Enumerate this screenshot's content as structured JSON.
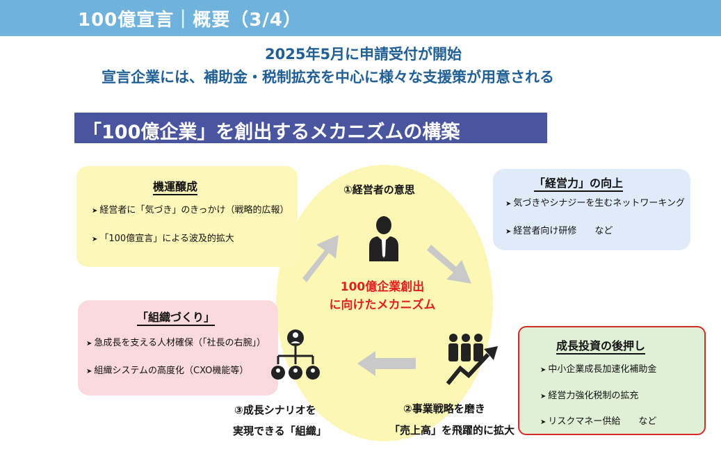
{
  "header": {
    "title": "100億宣言｜概要（3/4）"
  },
  "subtitle": {
    "line1": "2025年5月に申請受付が開始",
    "line2": "宣言企業には、補助金・税制拡充を中心に様々な支援策が用意される"
  },
  "banner": {
    "title": "「100億企業」を創出するメカニズムの構築"
  },
  "cycle": {
    "top_label": "①経営者の意思",
    "center_line1": "100億企業創出",
    "center_line2": "に向けたメカニズム",
    "bottom_right_line1": "②事業戦略を磨き",
    "bottom_right_line2": "「売上高」を飛躍的に拡大",
    "bottom_left_line1": "③成長シナリオを",
    "bottom_left_line2": "実現できる「組織」"
  },
  "boxes": {
    "kiun": {
      "title": "機運醸成",
      "items": [
        "経営者に「気づき」のきっかけ（戦略的広報）",
        "「100億宣言」による波及的拡大"
      ]
    },
    "keiei": {
      "title": "「経営力」の向上",
      "items": [
        "気づきやシナジーを生むネットワーキング",
        "経営者向け研修　　など"
      ]
    },
    "soshiki": {
      "title": "「組織づくり」",
      "items": [
        "急成長を支える人材確保（「社長の右腕」）",
        "組織システムの高度化（CXO機能等）"
      ]
    },
    "seicho": {
      "title": "成長投資の後押し",
      "items": [
        "中小企業成長加速化補助金",
        "経営力強化税制の拡充",
        "リスクマネー供給　　など"
      ]
    }
  },
  "colors": {
    "header_bar": "#6fb3dd",
    "banner": "#4a55a0",
    "subtitle_text": "#1f5f96",
    "center_text": "#e02020",
    "highlight_border": "#d92a2a"
  },
  "icons": [
    "person-suit-icon",
    "team-growth-icon",
    "org-chart-icon"
  ]
}
